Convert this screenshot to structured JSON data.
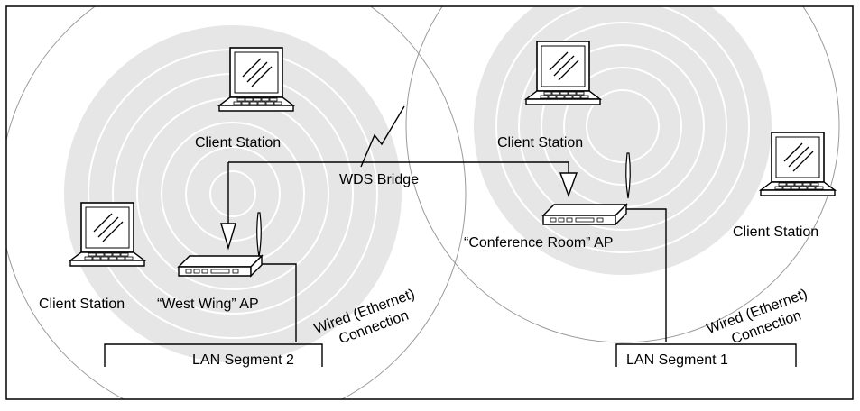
{
  "labels": {
    "client_station_1": "Client Station",
    "client_station_2": "Client Station",
    "client_station_3": "Client Station",
    "client_station_4": "Client Station",
    "wds_bridge": "WDS Bridge",
    "west_wing_ap": "“West Wing” AP",
    "conference_room_ap": "“Conference Room” AP",
    "wired_connection_left_line1": "Wired (Ethernet)",
    "wired_connection_left_line2": "Connection",
    "wired_connection_right_line1": "Wired (Ethernet)",
    "wired_connection_right_line2": "Connection",
    "lan_segment_2": "LAN Segment 2",
    "lan_segment_1": "LAN Segment 1"
  },
  "colors": {
    "coverage_fill": "#e6e6e6",
    "coverage_ring": "#ffffff",
    "outer_ring": "#9a9a9a",
    "line": "#000000"
  }
}
